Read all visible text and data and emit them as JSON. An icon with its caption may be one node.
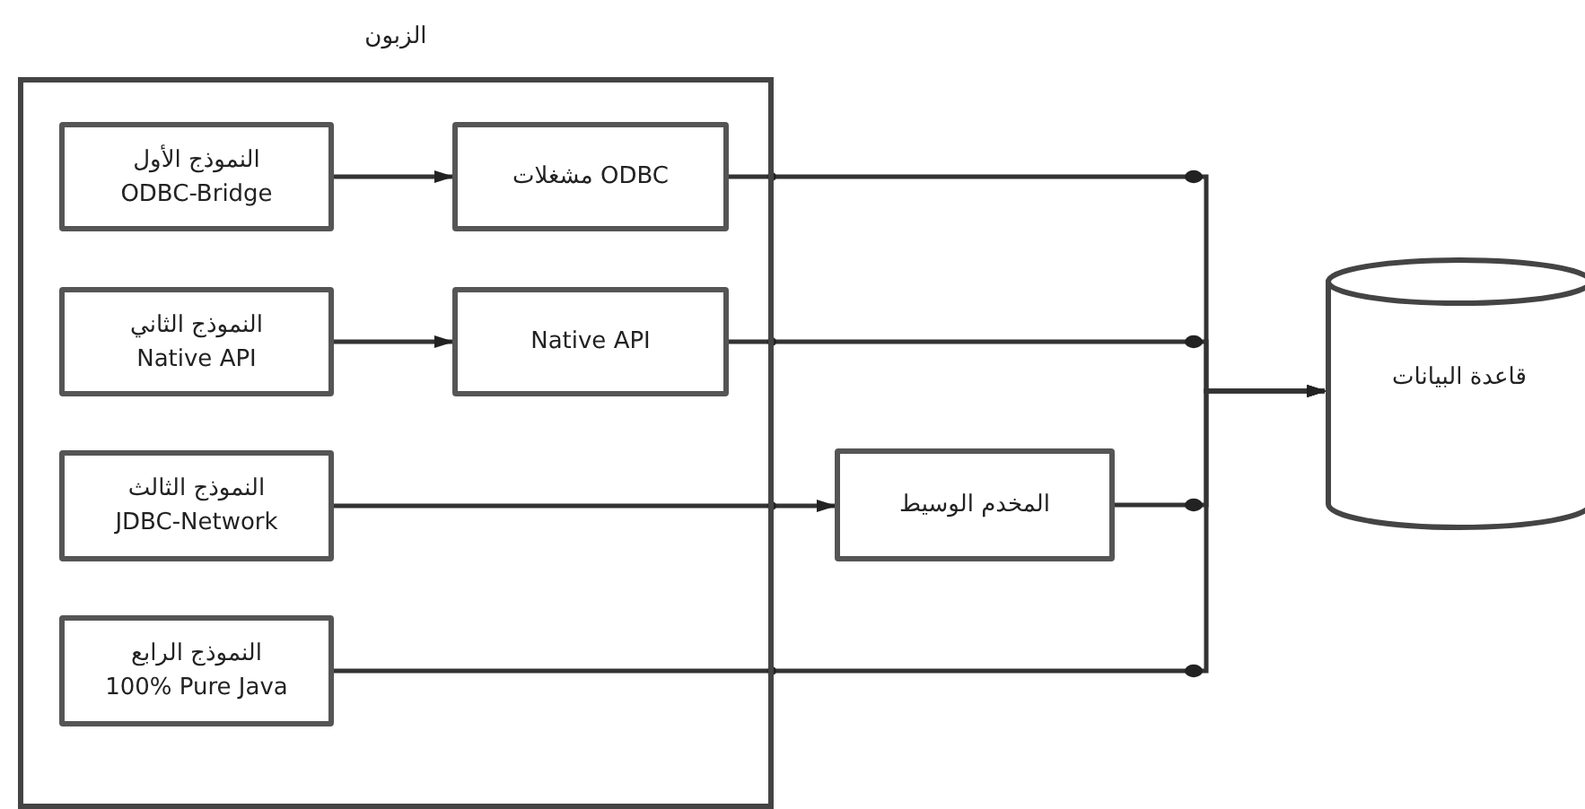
{
  "diagram": {
    "nodes": [
      {
        "text": [
          "الزبون"
        ]
      },
      {
        "text": [
          "النموذج الأول",
          "ODBC-Bridge"
        ],
        "in": 0
      },
      {
        "text": [
          "مشغلات ODBC"
        ],
        "in": 0
      },
      {
        "text": [
          "النموذج الثاني",
          "Native API"
        ],
        "in": 0
      },
      {
        "text": [
          "Native API"
        ],
        "in": 0
      },
      {
        "text": [
          "النموذج الثالث",
          "JDBC-Network"
        ],
        "in": 0
      },
      {
        "text": [
          "النموذج الرابع",
          "100% Pure Java"
        ],
        "in": 0
      },
      {
        "text": [
          "المخدم الوسيط"
        ]
      },
      {
        "text": [
          "قاعدة البيانات"
        ]
      }
    ],
    "edges": [
      {
        "from": 1,
        "to": 2,
        "arrow": "to"
      },
      {
        "from": 3,
        "to": 4,
        "arrow": "to"
      },
      {
        "from": 5,
        "to": 7,
        "arrow": "to"
      },
      {
        "from": 2,
        "to": 8,
        "arrow": "to"
      },
      {
        "from": 4,
        "to": 8,
        "arrow": "to"
      },
      {
        "from": 7,
        "to": 8,
        "arrow": "to"
      },
      {
        "from": 6,
        "to": 8,
        "arrow": "to"
      }
    ]
  }
}
